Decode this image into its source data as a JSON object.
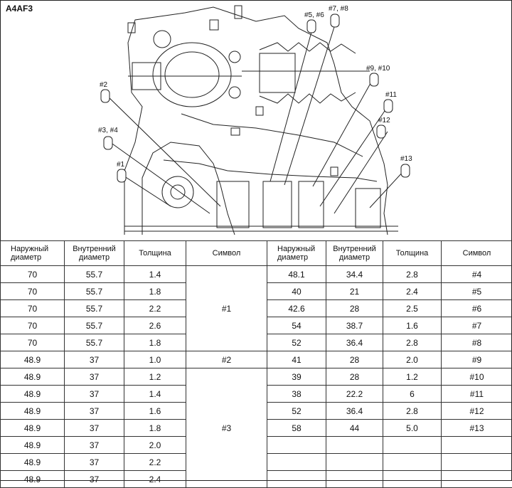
{
  "model": "A4AF3",
  "callouts": [
    "#5, #6",
    "#7, #8",
    "#2",
    "#9, #10",
    "#11",
    "#12",
    "#3, #4",
    "#1",
    "#13"
  ],
  "headers": {
    "outer": [
      "Наружный",
      "диаметр"
    ],
    "inner": [
      "Внутренний",
      "диаметр"
    ],
    "thickness": "Толщина",
    "symbol": "Символ"
  },
  "left_rows": [
    {
      "outer": "70",
      "inner": "55.7",
      "thickness": "1.4"
    },
    {
      "outer": "70",
      "inner": "55.7",
      "thickness": "1.8"
    },
    {
      "outer": "70",
      "inner": "55.7",
      "thickness": "2.2"
    },
    {
      "outer": "70",
      "inner": "55.7",
      "thickness": "2.6"
    },
    {
      "outer": "70",
      "inner": "55.7",
      "thickness": "1.8"
    },
    {
      "outer": "48.9",
      "inner": "37",
      "thickness": "1.0"
    },
    {
      "outer": "48.9",
      "inner": "37",
      "thickness": "1.2"
    },
    {
      "outer": "48.9",
      "inner": "37",
      "thickness": "1.4"
    },
    {
      "outer": "48.9",
      "inner": "37",
      "thickness": "1.6"
    },
    {
      "outer": "48.9",
      "inner": "37",
      "thickness": "1.8"
    },
    {
      "outer": "48.9",
      "inner": "37",
      "thickness": "2.0"
    },
    {
      "outer": "48.9",
      "inner": "37",
      "thickness": "2.2"
    },
    {
      "outer": "48.9",
      "inner": "37",
      "thickness": "2.4"
    }
  ],
  "left_symbols": [
    "#1",
    "#2",
    "#3"
  ],
  "right_rows": [
    {
      "outer": "48.1",
      "inner": "34.4",
      "thickness": "2.8",
      "symbol": "#4"
    },
    {
      "outer": "40",
      "inner": "21",
      "thickness": "2.4",
      "symbol": "#5"
    },
    {
      "outer": "42.6",
      "inner": "28",
      "thickness": "2.5",
      "symbol": "#6"
    },
    {
      "outer": "54",
      "inner": "38.7",
      "thickness": "1.6",
      "symbol": "#7"
    },
    {
      "outer": "52",
      "inner": "36.4",
      "thickness": "2.8",
      "symbol": "#8"
    },
    {
      "outer": "41",
      "inner": "28",
      "thickness": "2.0",
      "symbol": "#9"
    },
    {
      "outer": "39",
      "inner": "28",
      "thickness": "1.2",
      "symbol": "#10"
    },
    {
      "outer": "38",
      "inner": "22.2",
      "thickness": "6",
      "symbol": "#11"
    },
    {
      "outer": "52",
      "inner": "36.4",
      "thickness": "2.8",
      "symbol": "#12"
    },
    {
      "outer": "58",
      "inner": "44",
      "thickness": "5.0",
      "symbol": "#13"
    },
    {
      "outer": "",
      "inner": "",
      "thickness": "",
      "symbol": ""
    },
    {
      "outer": "",
      "inner": "",
      "thickness": "",
      "symbol": ""
    },
    {
      "outer": "",
      "inner": "",
      "thickness": "",
      "symbol": ""
    }
  ]
}
